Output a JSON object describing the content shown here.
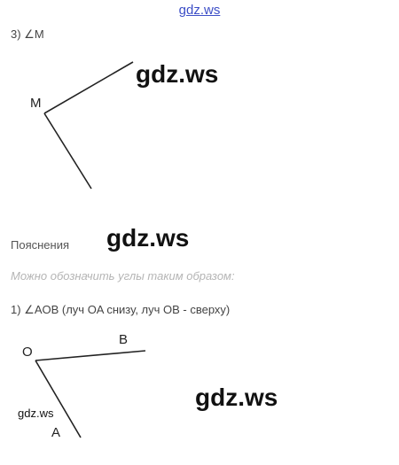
{
  "header": {
    "site_link": "gdz.ws"
  },
  "problem3": {
    "title": "3) ∠M",
    "vertex_label": "M"
  },
  "watermarks": {
    "top": "gdz.ws",
    "middle": "gdz.ws",
    "bottom": "gdz.ws",
    "small": "gdz.ws"
  },
  "explanations": {
    "heading": "Пояснения",
    "note": "Можно обозначить углы таким образом:",
    "item1": "1) ∠AOB (луч OA снизу, луч OB - сверху)"
  },
  "angle_aob": {
    "vertex_label": "O",
    "ray_b_label": "B",
    "ray_a_label": "A"
  }
}
